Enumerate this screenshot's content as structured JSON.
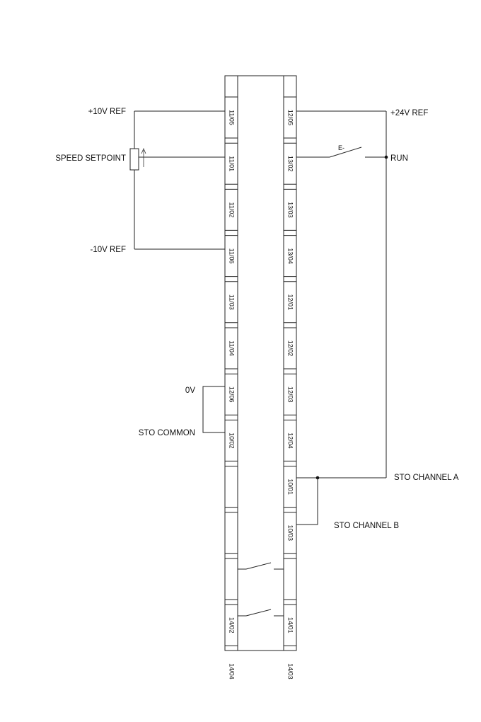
{
  "labels": {
    "ref_pos_10v": "+10V REF",
    "speed_setpoint": "SPEED SETPOINT",
    "ref_neg_10v": "-10V REF",
    "zero_v": "0V",
    "sto_common": "STO COMMON",
    "supply_24v": "+24V REF",
    "run": "RUN",
    "sto_channel_a": "STO CHANNEL A",
    "sto_channel_b": "STO CHANNEL B",
    "run_switch_mark": "E-"
  },
  "left_terminals": [
    "11/05",
    "11/01",
    "11/02",
    "11/06",
    "11/03",
    "11/04",
    "12/06",
    "10/02",
    "",
    "",
    "",
    "14/02",
    "14/04",
    ""
  ],
  "right_terminals": [
    "12/05",
    "13/02",
    "13/03",
    "13/04",
    "12/01",
    "12/02",
    "12/03",
    "12/04",
    "10/01",
    "10/03",
    "",
    "14/01",
    "14/03",
    ""
  ]
}
